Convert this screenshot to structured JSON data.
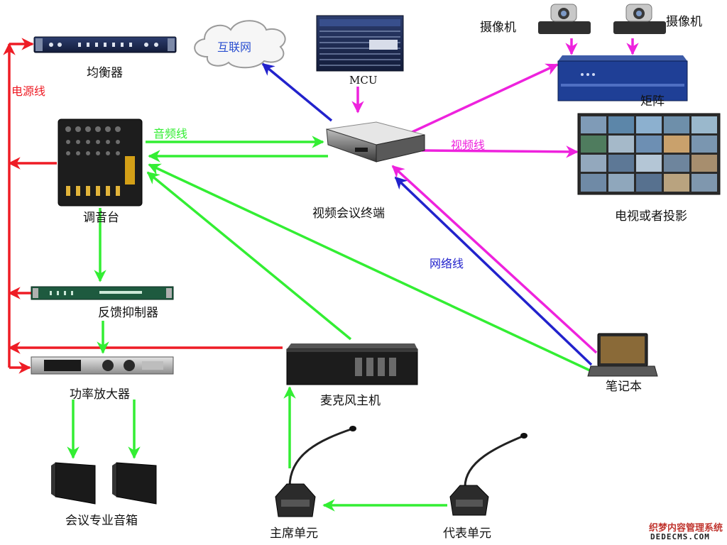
{
  "colors": {
    "power": "#ee1c25",
    "audio": "#33ee33",
    "network": "#2222cc",
    "video": "#ee22dd",
    "internet_text": "#2a4fd0"
  },
  "devices": {
    "equalizer": "均衡器",
    "internet": "互联网",
    "mcu": "MCU",
    "camera_left": "摄像机",
    "camera_right": "摄像机",
    "matrix": "矩阵",
    "mixer": "调音台",
    "terminal": "视频会议终端",
    "tv_wall": "电视或者投影",
    "feedback_suppressor": "反馈抑制器",
    "amplifier": "功率放大器",
    "mic_host": "麦克风主机",
    "laptop": "笔记本",
    "speakers": "会议专业音箱",
    "chair_unit": "主席单元",
    "delegate_unit": "代表单元"
  },
  "connections": {
    "power_line": "电源线",
    "audio_line": "音频线",
    "video_line": "视频线",
    "network_line": "网络线"
  },
  "watermark": {
    "line1": "织梦内容管理系统",
    "line2": "DEDECMS.COM"
  }
}
